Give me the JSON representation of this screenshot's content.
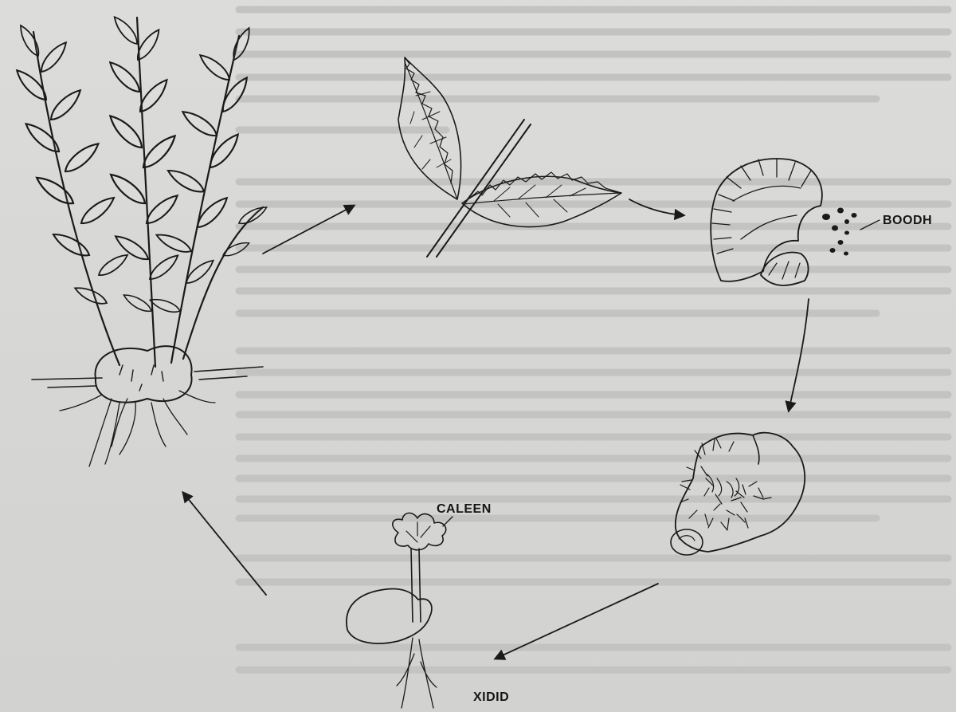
{
  "labels": {
    "boodh": "BOODH",
    "caleen": "CALEEN",
    "xidid": "XIDID"
  },
  "colors": {
    "ink": "#1a1a1a",
    "paper": "#d8d8d6",
    "bleed_through": "#c3c3c1"
  }
}
